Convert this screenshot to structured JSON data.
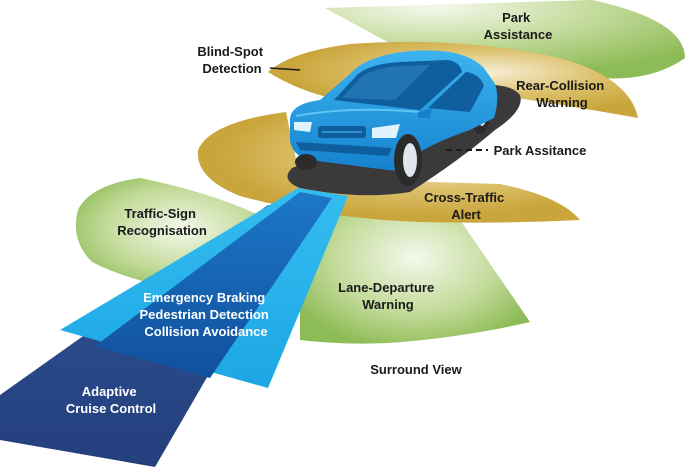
{
  "labels": {
    "park_assistance_top": [
      "Park",
      "Assistance"
    ],
    "blind_spot": [
      "Blind-Spot",
      "Detection"
    ],
    "rear_collision": [
      "Rear-Collision",
      "Warning"
    ],
    "park_assistance_side": "Park Assitance",
    "cross_traffic": [
      "Cross-Traffic",
      "Alert"
    ],
    "traffic_sign": [
      "Traffic-Sign",
      "Recognisation"
    ],
    "lane_departure": [
      "Lane-Departure",
      "Warning"
    ],
    "emergency": [
      "Emergency Braking",
      "Pedestrian Detection",
      "Collision Avoidance"
    ],
    "surround_view": "Surround View",
    "adaptive_cruise": [
      "Adaptive",
      "Cruise Control"
    ]
  },
  "colors": {
    "green_zone": "#8dbb55",
    "gold_zone": "#c9a53b",
    "light_blue": "#1aa8e6",
    "mid_blue": "#1565b5",
    "navy": "#2a4a8a",
    "car_body": "#1e9be0",
    "road": "#3a3a3a"
  }
}
